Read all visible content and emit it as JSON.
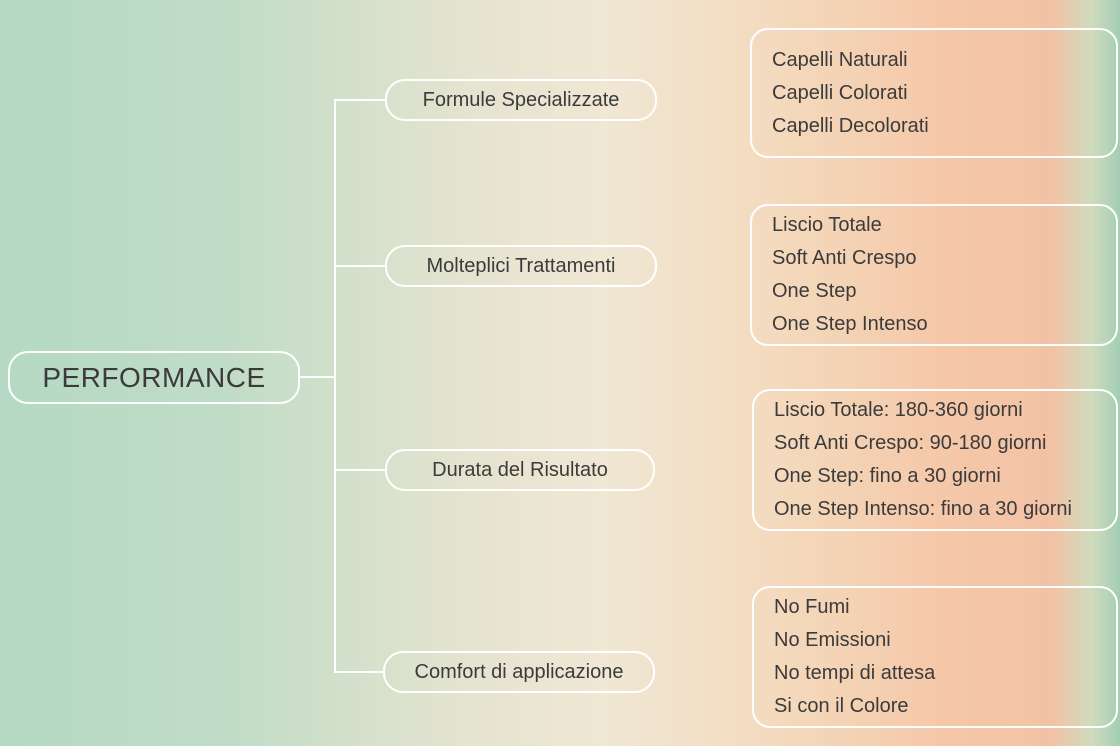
{
  "root": {
    "label": "PERFORMANCE"
  },
  "branches": [
    {
      "label": "Formule Specializzate",
      "details": [
        "Capelli Naturali",
        "Capelli Colorati",
        "Capelli Decolorati"
      ]
    },
    {
      "label": "Molteplici Trattamenti",
      "details": [
        "Liscio Totale",
        "Soft Anti Crespo",
        "One Step",
        "One Step Intenso"
      ]
    },
    {
      "label": "Durata del Risultato",
      "details": [
        "Liscio Totale: 180-360 giorni",
        "Soft Anti Crespo: 90-180 giorni",
        "One Step: fino a 30 giorni",
        "One Step Intenso: fino a 30 giorni"
      ]
    },
    {
      "label": "Comfort di applicazione",
      "details": [
        "No Fumi",
        "No Emissioni",
        "No tempi di attesa",
        "Si con il Colore"
      ]
    }
  ],
  "colors": {
    "bg_green": "#b5d9c3",
    "bg_cream": "#f0e7d4",
    "bg_salmon": "#f5c8a9",
    "bg_right_green": "#a3cdb5",
    "line": "#ffffff",
    "text": "#3b3b3b"
  }
}
